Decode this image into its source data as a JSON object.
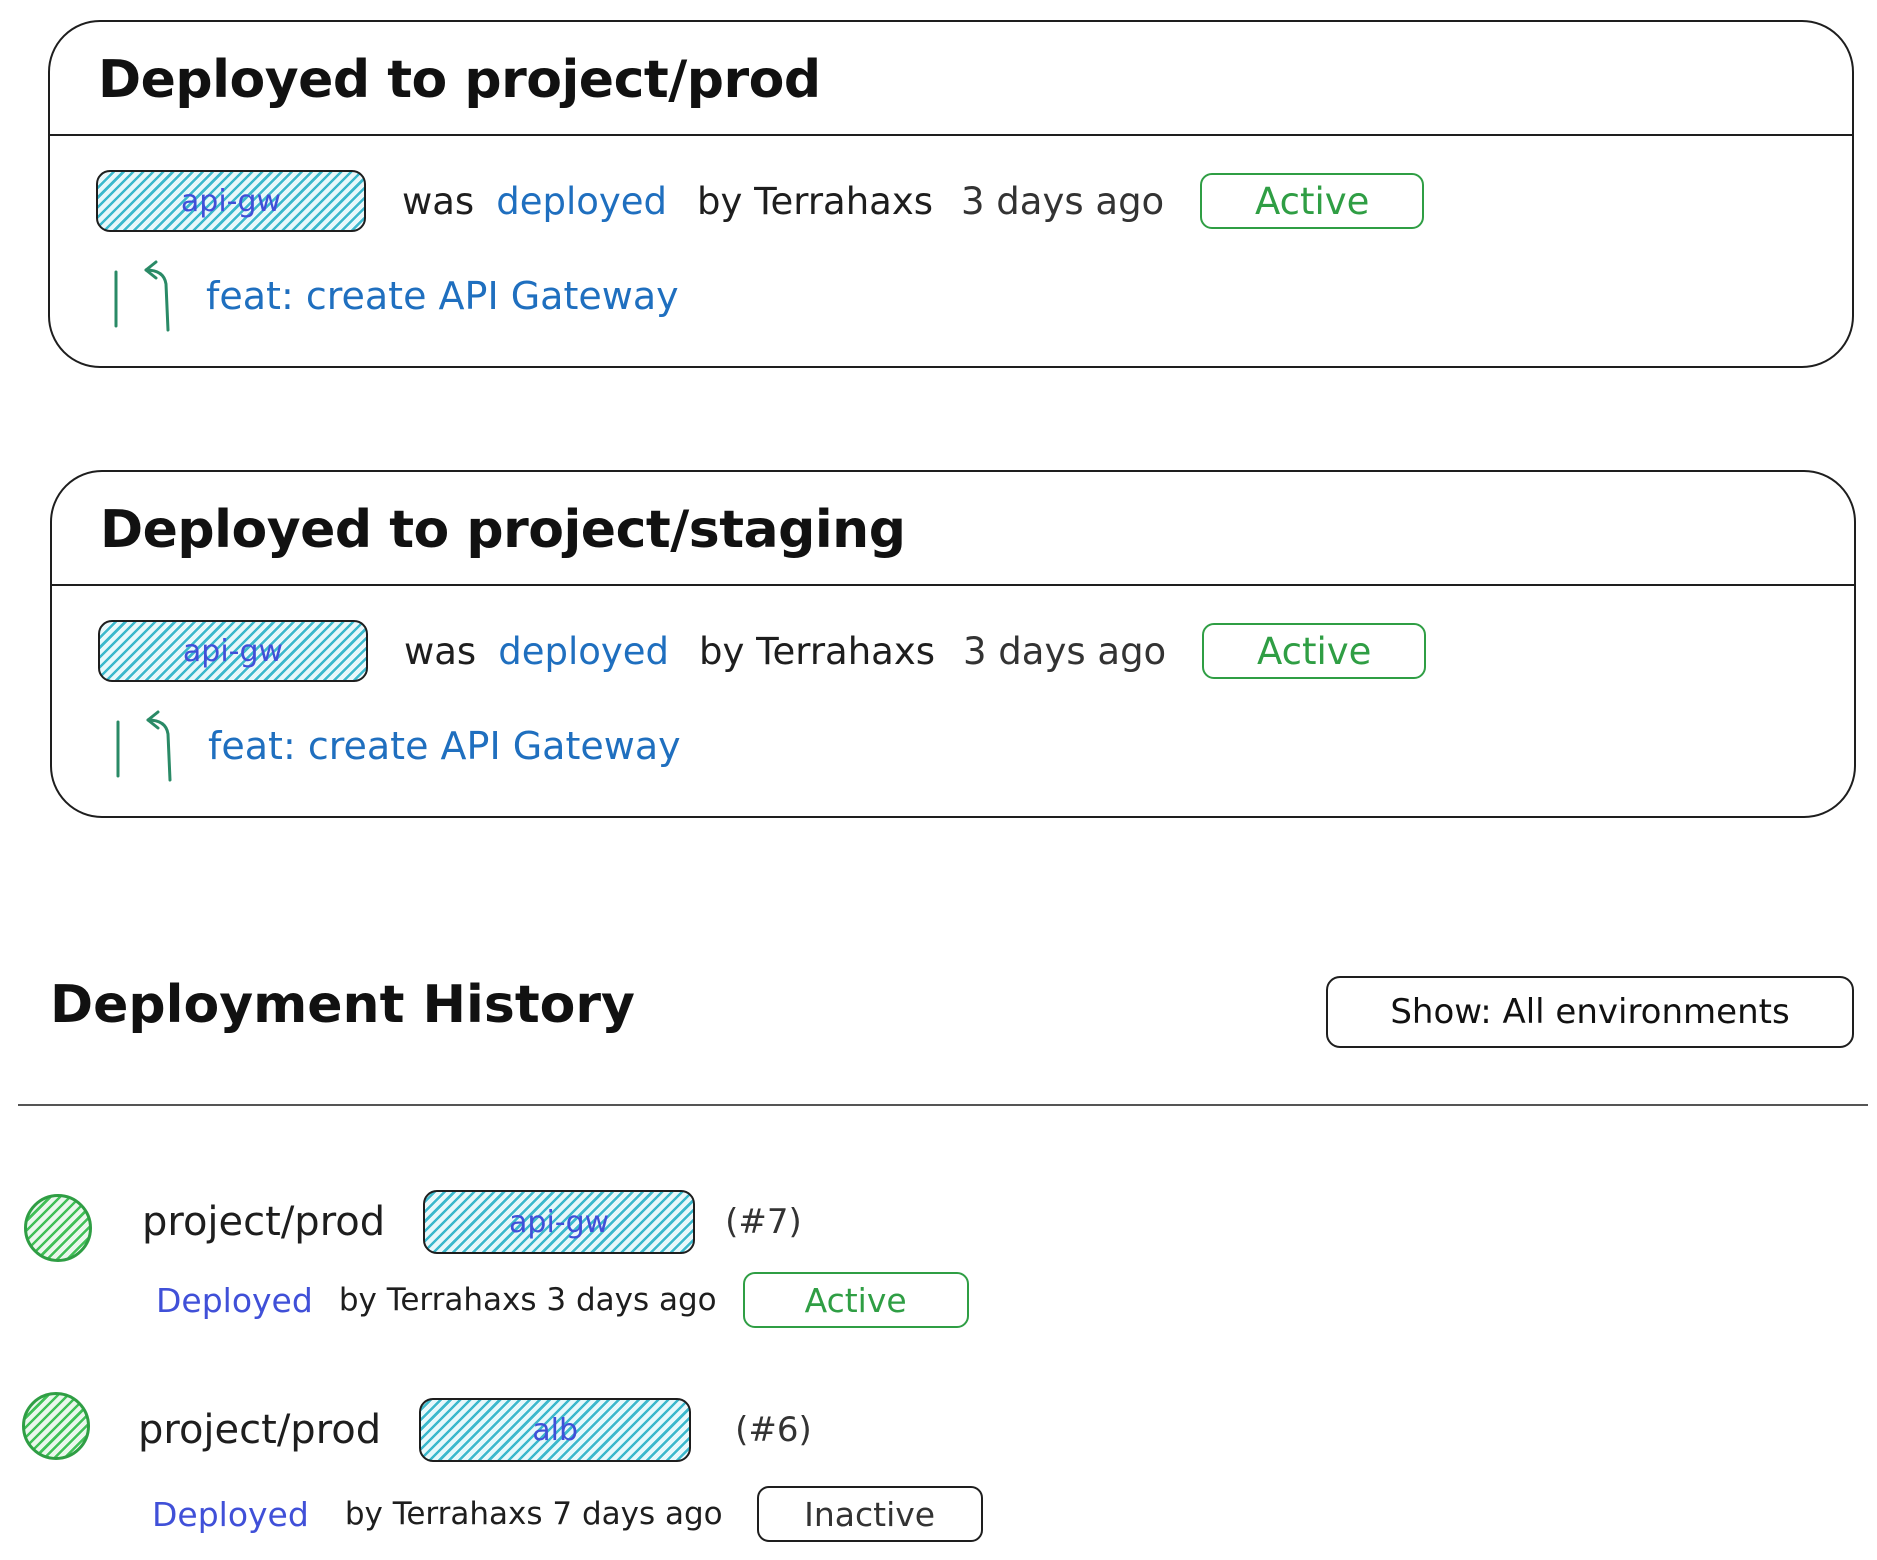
{
  "deployments": [
    {
      "title": "Deployed to project/prod",
      "tag": "api-gw",
      "was": "was",
      "deployed_link": "deployed",
      "by": "by Terrahaxs",
      "time": "3 days ago",
      "status": "Active",
      "commit": "feat: create API Gateway"
    },
    {
      "title": "Deployed to project/staging",
      "tag": "api-gw",
      "was": "was",
      "deployed_link": "deployed",
      "by": "by Terrahaxs",
      "time": "3 days ago",
      "status": "Active",
      "commit": "feat: create API Gateway"
    }
  ],
  "history": {
    "title": "Deployment History",
    "filter": "Show: All environments",
    "items": [
      {
        "env": "project/prod",
        "tag": "api-gw",
        "number": "(#7)",
        "deployed_link": "Deployed",
        "meta": "by Terrahaxs 3 days ago",
        "status": "Active"
      },
      {
        "env": "project/prod",
        "tag": "alb",
        "number": "(#6)",
        "deployed_link": "Deployed",
        "meta": "by Terrahaxs 7 days ago",
        "status": "Inactive"
      }
    ]
  },
  "colors": {
    "link": "#1f6fbf",
    "active": "#2f9e44",
    "tag_hatch": "#3bb8cc",
    "dot": "#40c057",
    "ink": "#1e1e1e"
  }
}
